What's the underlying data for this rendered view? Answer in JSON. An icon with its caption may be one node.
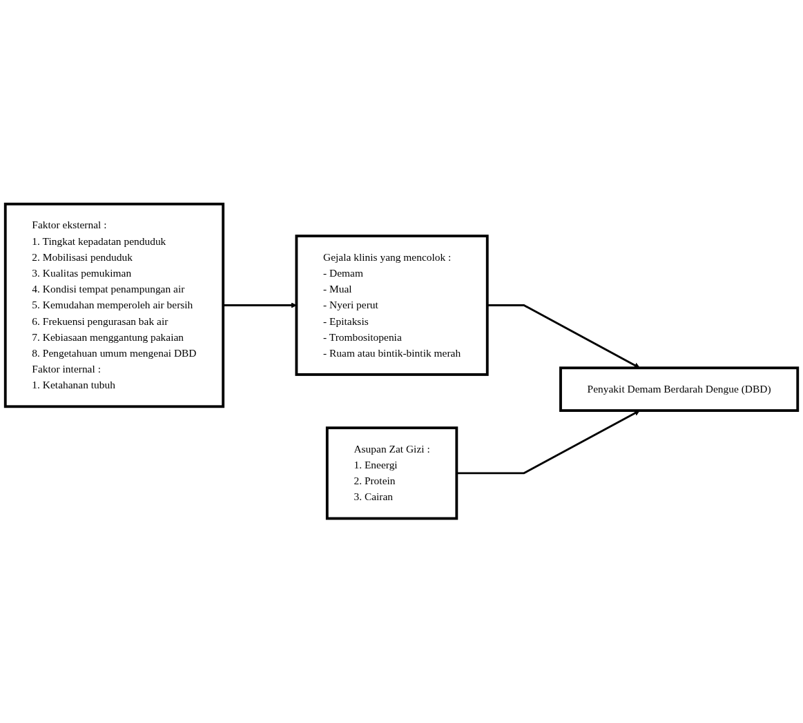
{
  "diagram": {
    "nodes": [
      {
        "text": [
          "Faktor eksternal :",
          "1. Tingkat kepadatan penduduk",
          "2. Mobilisasi penduduk",
          "3. Kualitas pemukiman",
          "4. Kondisi tempat penampungan air",
          "5. Kemudahan memperoleh air bersih",
          "6. Frekuensi pengurasan bak air",
          "7. Kebiasaan menggantung pakaian",
          "8. Pengetahuan umum mengenai DBD",
          "Faktor internal :",
          "1. Ketahanan tubuh"
        ]
      },
      {
        "text": [
          "Gejala klinis yang mencolok :",
          "- Demam",
          "- Mual",
          "- Nyeri perut",
          "- Epitaksis",
          "- Trombositopenia",
          "- Ruam atau bintik-bintik merah"
        ]
      },
      {
        "text": [
          "Asupan Zat Gizi :",
          "1. Eneergi",
          "2. Protein",
          "3. Cairan"
        ]
      },
      {
        "text": [
          "Penyakit Demam Berdarah Dengue (DBD)"
        ]
      }
    ],
    "edges": [
      {
        "from": 0,
        "to": 1,
        "arrow": "to"
      },
      {
        "from": 1,
        "to": 3,
        "arrow": "to"
      },
      {
        "from": 2,
        "to": 3,
        "arrow": "to"
      }
    ]
  }
}
